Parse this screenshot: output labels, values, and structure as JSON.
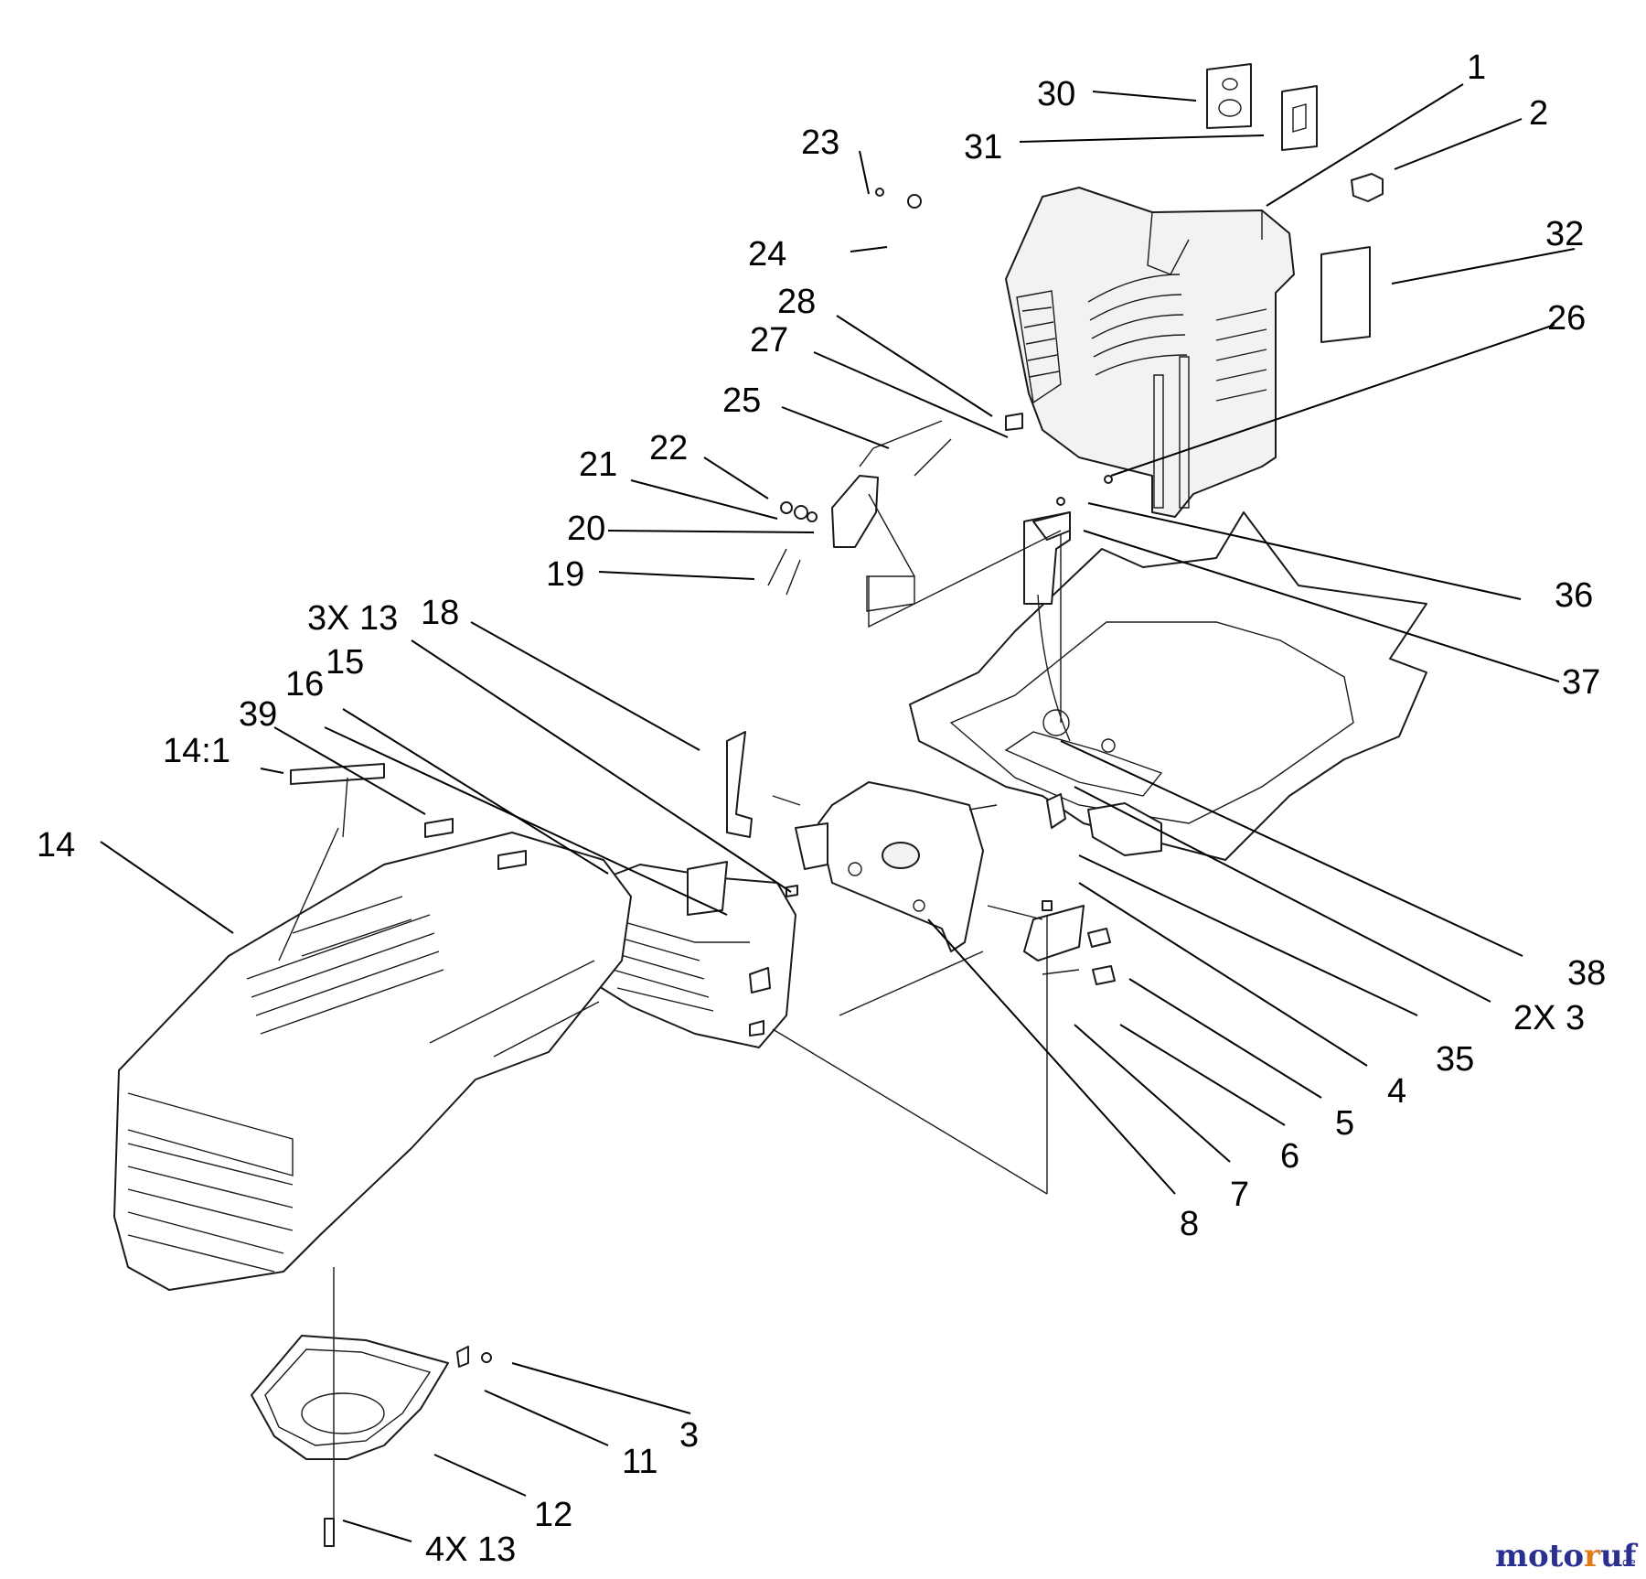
{
  "labels": [
    "1",
    "2",
    "3",
    "4",
    "5",
    "6",
    "7",
    "8",
    "11",
    "12",
    "14",
    "14:1",
    "15",
    "16",
    "18",
    "19",
    "20",
    "21",
    "22",
    "23",
    "24",
    "25",
    "26",
    "27",
    "28",
    "30",
    "31",
    "32",
    "35",
    "36",
    "37",
    "38",
    "39",
    "2X 3",
    "3X 13",
    "4X 13"
  ],
  "watermark": {
    "text": "motoruf",
    "suffix": ".de",
    "color_main": "#2b2f8f",
    "color_accent": "#e07b1a"
  }
}
